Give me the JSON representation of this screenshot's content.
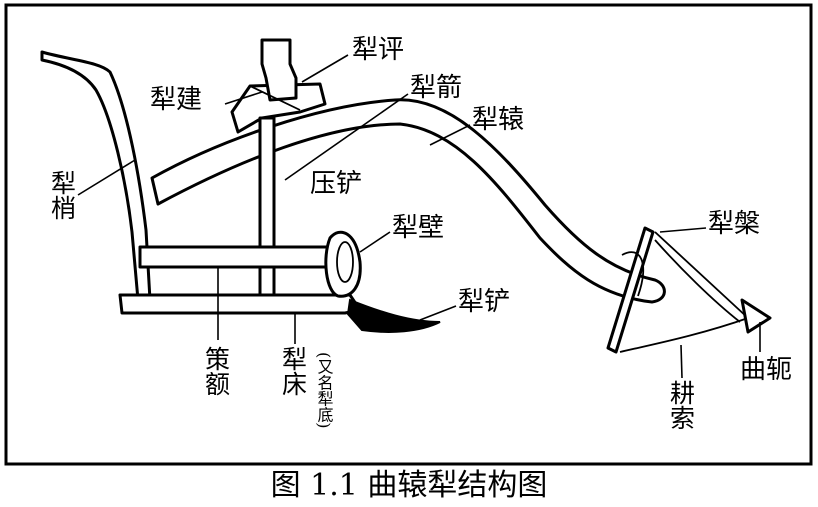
{
  "labels": {
    "li_jian": "犁建",
    "li_ping": "犁评",
    "li_jian2": "犁箭",
    "li_yuan": "犁辕",
    "li_shao": "犁梢",
    "ya_chan": "压铲",
    "li_bi": "犁壁",
    "li_pan": "犁槃",
    "li_chan": "犁铲",
    "ce_e": "策额",
    "li_chuang": "犁床",
    "li_chuang_note": "(又名犁底)",
    "geng_suo": "耕索",
    "qu_e": "曲轭"
  },
  "caption": "图 1.1  曲辕犁结构图"
}
